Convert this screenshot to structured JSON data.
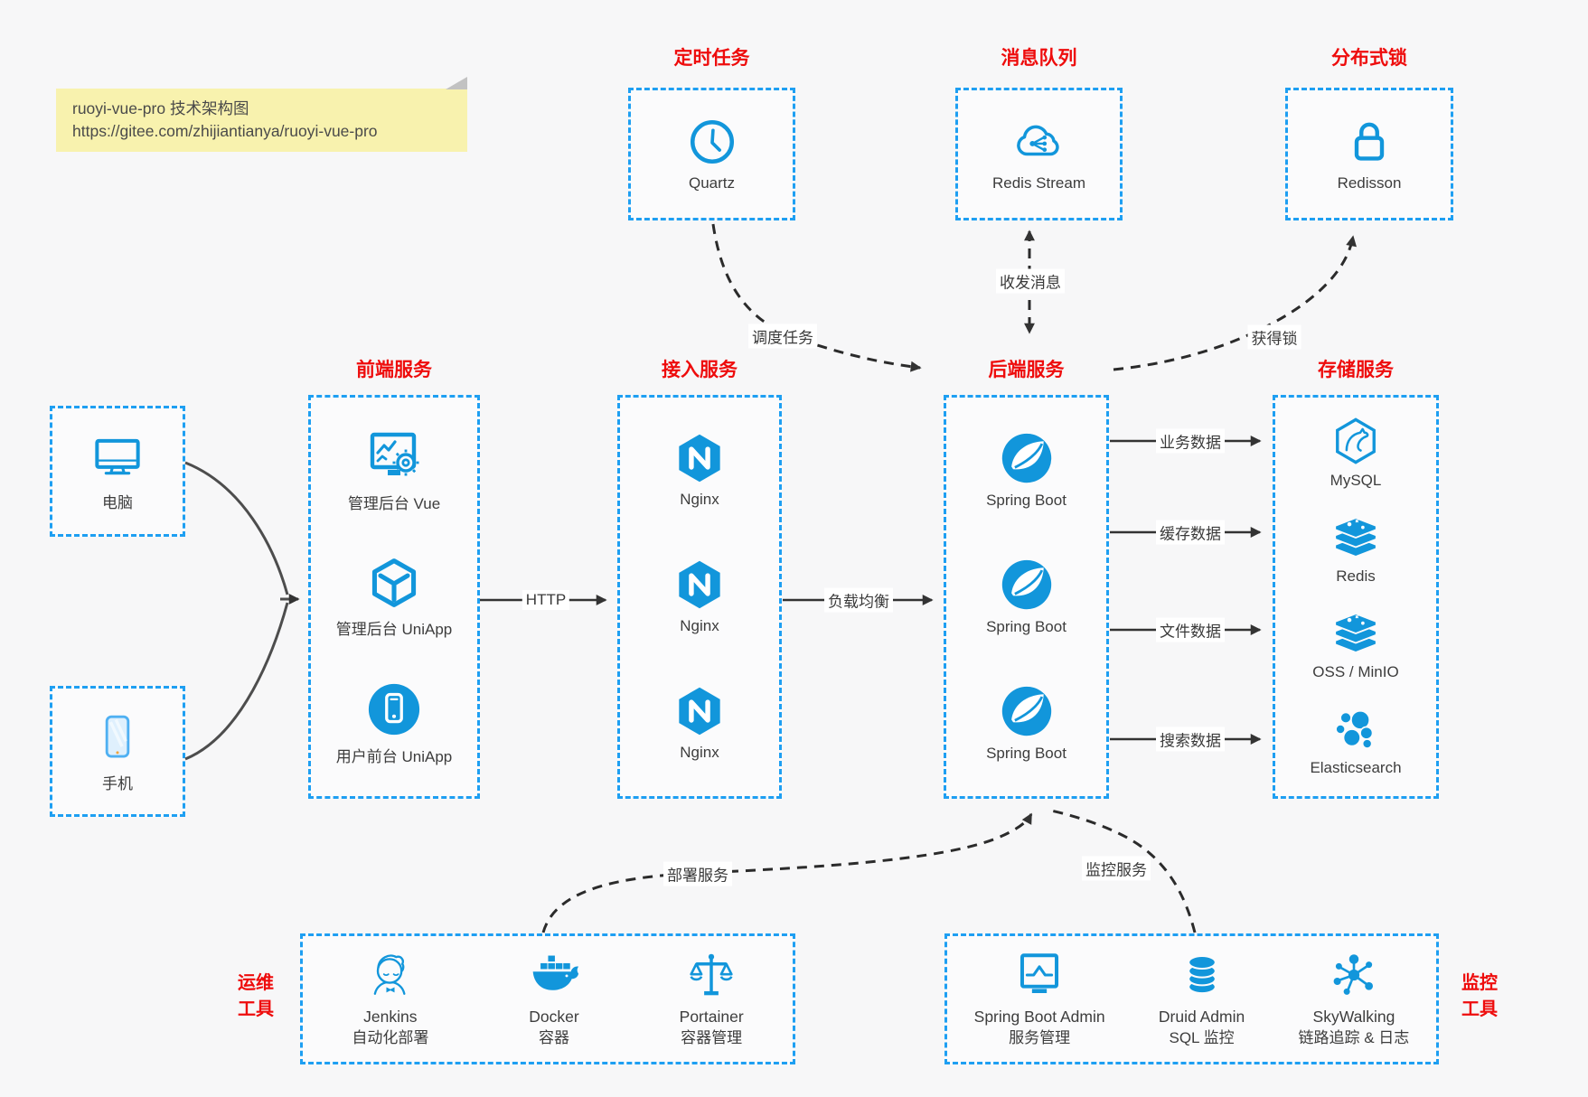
{
  "colors": {
    "accent_blue": "#1296db",
    "border_blue": "#1e9ff2",
    "title_red": "#ee0c0c",
    "arrow_dark": "#333333",
    "note_bg": "#f8f2ae"
  },
  "note": {
    "line1": "ruoyi-vue-pro 技术架构图",
    "line2": "https://gitee.com/zhijiantianya/ruoyi-vue-pro"
  },
  "top_groups": [
    {
      "title": "定时任务",
      "item": {
        "label": "Quartz",
        "icon": "clock-icon"
      }
    },
    {
      "title": "消息队列",
      "item": {
        "label": "Redis Stream",
        "icon": "cloud-share-icon"
      }
    },
    {
      "title": "分布式锁",
      "item": {
        "label": "Redisson",
        "icon": "lock-icon"
      }
    }
  ],
  "clients": [
    {
      "label": "电脑",
      "icon": "desktop-icon"
    },
    {
      "label": "手机",
      "icon": "mobile-icon"
    }
  ],
  "columns": [
    {
      "title": "前端服务",
      "items": [
        {
          "label": "管理后台 Vue",
          "icon": "admin-vue-icon"
        },
        {
          "label": "管理后台 UniApp",
          "icon": "cube-icon"
        },
        {
          "label": "用户前台 UniApp",
          "icon": "user-app-icon"
        }
      ]
    },
    {
      "title": "接入服务",
      "items": [
        {
          "label": "Nginx",
          "icon": "nginx-icon"
        },
        {
          "label": "Nginx",
          "icon": "nginx-icon"
        },
        {
          "label": "Nginx",
          "icon": "nginx-icon"
        }
      ]
    },
    {
      "title": "后端服务",
      "items": [
        {
          "label": "Spring Boot",
          "icon": "spring-icon"
        },
        {
          "label": "Spring Boot",
          "icon": "spring-icon"
        },
        {
          "label": "Spring Boot",
          "icon": "spring-icon"
        }
      ]
    },
    {
      "title": "存储服务",
      "items": [
        {
          "label": "MySQL",
          "icon": "mysql-icon"
        },
        {
          "label": "Redis",
          "icon": "layer-stack-icon"
        },
        {
          "label": "OSS / MinIO",
          "icon": "layer-stack-icon"
        },
        {
          "label": "Elasticsearch",
          "icon": "elasticsearch-icon"
        }
      ]
    }
  ],
  "bottom_groups": [
    {
      "title_line1": "运维",
      "title_line2": "工具",
      "items": [
        {
          "name": "Jenkins",
          "desc": "自动化部署",
          "icon": "jenkins-icon"
        },
        {
          "name": "Docker",
          "desc": "容器",
          "icon": "docker-icon"
        },
        {
          "name": "Portainer",
          "desc": "容器管理",
          "icon": "portainer-icon"
        }
      ]
    },
    {
      "title_line1": "监控",
      "title_line2": "工具",
      "items": [
        {
          "name": "Spring Boot Admin",
          "desc": "服务管理",
          "icon": "sba-monitor-icon"
        },
        {
          "name": "Druid Admin",
          "desc": "SQL 监控",
          "icon": "druid-db-icon"
        },
        {
          "name": "SkyWalking",
          "desc": "链路追踪 & 日志",
          "icon": "skywalking-icon"
        }
      ]
    }
  ],
  "edges": {
    "http": "HTTP",
    "load_balance": "负载均衡",
    "schedule": "调度任务",
    "messages": "收发消息",
    "lock": "获得锁",
    "business": "业务数据",
    "cache": "缓存数据",
    "file": "文件数据",
    "search": "搜索数据",
    "deploy": "部署服务",
    "monitor": "监控服务"
  }
}
